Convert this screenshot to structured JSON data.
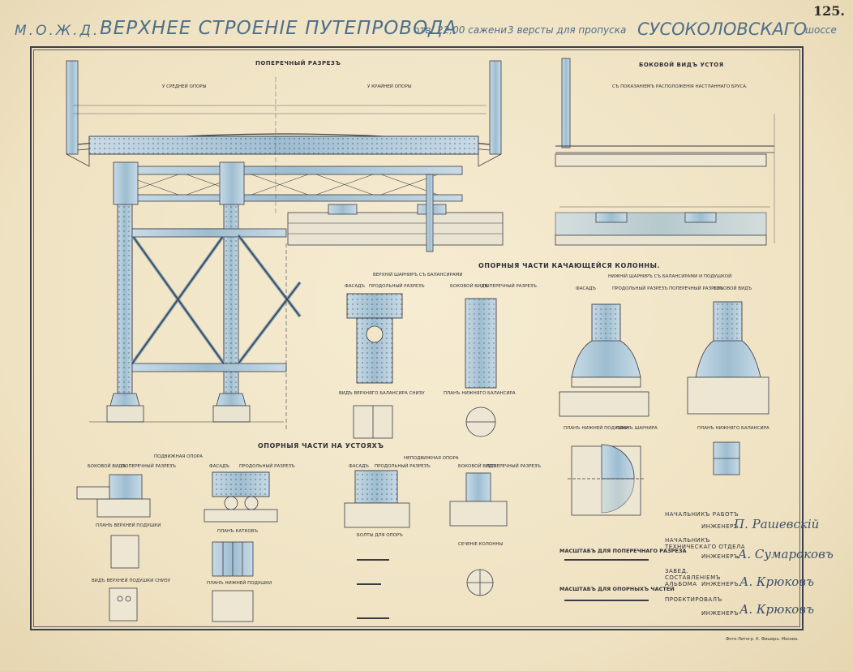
{
  "plate_number": "125.",
  "header": {
    "road": "М.О.Ж.Д.",
    "title": "ВЕРХНЕЕ СТРОЕНIЕ ПУТЕПРОВОДА",
    "span_note": "отв. 22,00 сажени",
    "verst_note": "3 версты для пропуска",
    "name": "СУСОКОЛОВСКАГО",
    "highway": "шоссе"
  },
  "views": {
    "cross_section": "ПОПЕРЕЧНЫЙ РАЗРЕЗЪ",
    "at_middle_support": "У СРЕДНЕЙ ОПОРЫ",
    "at_end_support": "У КРАЙНЕЙ ОПОРЫ",
    "abutment_side": "БОКОВОЙ ВИДЪ УСТОЯ",
    "abutment_side_note": "СЪ ПОКАЗАНIЕМЪ РАСПОЛОЖЕНIЯ НАСТЛАННАГО БРУСА.",
    "rocking_column": "ОПОРНЫЯ ЧАСТИ КАЧАЮЩЕЙСЯ КОЛОННЫ.",
    "upper_hinge": "ВЕРХНIЙ ШАРНИРЪ СЪ БАЛАНСИРАМИ",
    "lower_hinge": "НИЖНIЙ ШАРНИРЪ СЪ БАЛАНСИРАМИ И ПОДУШКОЙ",
    "facade": "ФАСАДЪ",
    "longitudinal": "ПРОДОЛЬНЫЙ РАЗРЕЗЪ",
    "side_view": "БОКОВОЙ ВИДЪ",
    "transverse": "ПОПЕРЕЧНЫЙ РАЗРЕЗЪ",
    "upper_balancer_bottom": "ВИДЪ ВЕРХНЯГО БАЛАНСИРА СНИЗУ",
    "lower_balancer_plan": "ПЛАНЪ НИЖНЯГО БАЛАНСИРА",
    "lower_cushion_plan": "ПЛАНЪ НИЖНЕЙ ПОДУШКИ",
    "hinge_plan": "ПЛАНЪ ШАРНИРА",
    "abutment_bearings": "ОПОРНЫЯ ЧАСТИ НА УСТОЯХЪ",
    "movable_bearing": "ПОДВИЖНАЯ ОПОРА",
    "fixed_bearing": "НЕПОДВИЖНАЯ ОПОРА",
    "upper_cushion_plan": "ПЛАНЪ ВЕРХНЕЙ ПОДУШКИ",
    "rollers_plan": "ПЛАНЪ КАТКОВЪ",
    "lower_cushion_plan2": "ПЛАНЪ НИЖНЕЙ ПОДУШКИ",
    "upper_cushion_bottom": "ВИДЪ ВЕРХНЕЙ ПОДУШКИ СНИЗУ",
    "bolts": "БОЛТЫ ДЛЯ ОПОРЪ",
    "column_section": "СЕЧЕНIЕ КОЛОННЫ"
  },
  "scales": {
    "cross_section_scale": "МАСШТАБЪ ДЛЯ ПОПЕРЕЧНАГО РАЗРЕЗА",
    "bearings_scale": "МАСШТАБЪ ДЛЯ ОПОРНЫХЪ ЧАСТЕЙ"
  },
  "signatures": [
    {
      "role": "НАЧАЛЬНИКЪ РАБОТЪ",
      "title": "ИНЖЕНЕРЪ",
      "name": "П. Рашевскiй"
    },
    {
      "role": "НАЧАЛЬНИКЪ ТЕХНИЧЕСКАГО ОТДЕЛА",
      "title": "ИНЖЕНЕРЪ",
      "name": "А. Сумароковъ"
    },
    {
      "role": "ЗАВЕД. СОСТАВЛЕНIЕМЪ АЛЬБОМА",
      "title": "ИНЖЕНЕРЪ",
      "name": "А. Крюковъ"
    },
    {
      "role": "ПРОЕКТИРОВАЛЪ",
      "title": "ИНЖЕНЕРЪ",
      "name": "А. Крюковъ"
    }
  ],
  "footer": "Фото-Литогр. К. Фишеръ. Москва.",
  "colors": {
    "ink": "#3a3b44",
    "steel_blue": "#8fb3c9",
    "paper": "#f1e6c9"
  }
}
